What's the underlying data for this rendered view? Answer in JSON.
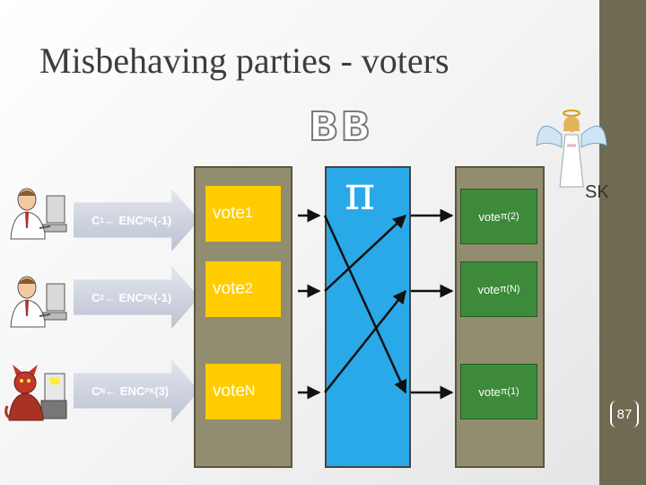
{
  "slide": {
    "title": "Misbehaving parties - voters",
    "bb_label": "BB",
    "pi_symbol": "π",
    "sk_label": "SK",
    "page_number": "87"
  },
  "voters": [
    {
      "ciphertext": "C",
      "sub": "1",
      "op": " ← ENC",
      "key": "PK",
      "msg": "(-1)",
      "kind": "honest"
    },
    {
      "ciphertext": "C",
      "sub": "2",
      "op": " ← ENC",
      "key": "PK",
      "msg": "(-1)",
      "kind": "honest"
    },
    {
      "ciphertext": "C",
      "sub": "N",
      "op": " ← ENC",
      "key": "PK",
      "msg": "(3)",
      "kind": "malicious"
    }
  ],
  "input_votes": [
    {
      "label": "vote",
      "sub": "1"
    },
    {
      "label": "vote",
      "sub": "2"
    },
    {
      "label": "vote",
      "sub": "N"
    }
  ],
  "output_votes": [
    {
      "label": "vote ",
      "perm": "π(2)"
    },
    {
      "label": "vote ",
      "perm": "π(N)"
    },
    {
      "label": "vote ",
      "perm": "π(1)"
    }
  ],
  "icons": [
    "voter-at-computer-icon",
    "devil-at-computer-icon",
    "angel-icon"
  ],
  "colors": {
    "sidebar": "#6f6a52",
    "column": "#938d6f",
    "mix_column": "#29a9e8",
    "input_vote": "#ffcc00",
    "output_vote": "#3d8a3a",
    "arrow": "#c2c8d6"
  }
}
